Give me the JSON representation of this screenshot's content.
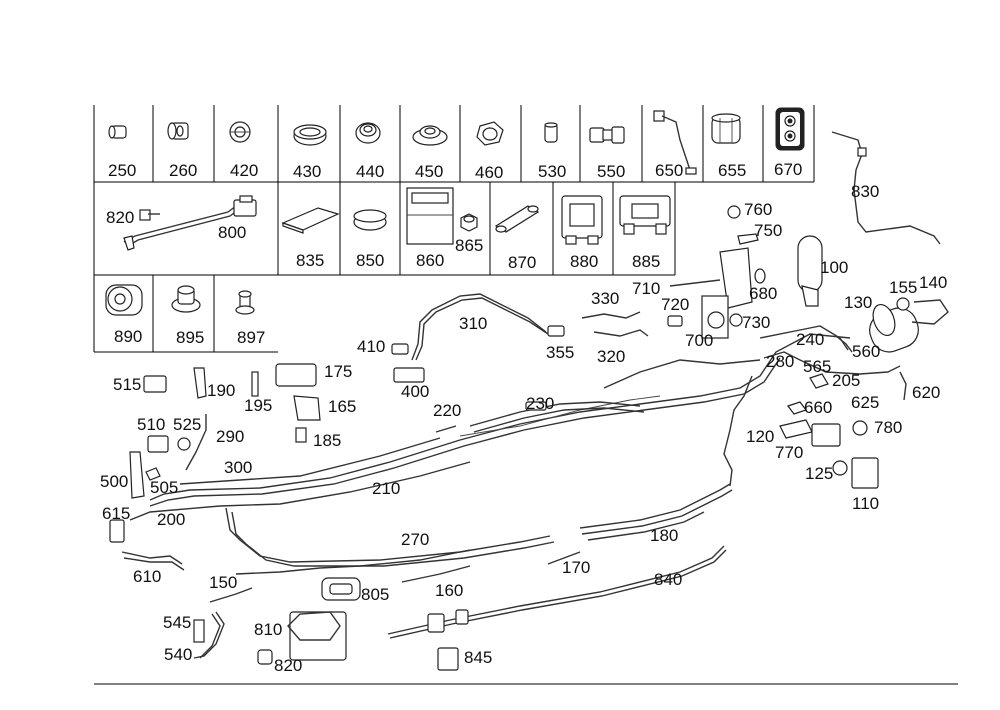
{
  "grid_labels": {
    "row1": [
      "250",
      "260",
      "420",
      "430",
      "440",
      "450",
      "460",
      "530",
      "550",
      "650",
      "655",
      "670"
    ],
    "row2": [
      "820",
      "800",
      "835",
      "850",
      "860",
      "865",
      "870",
      "880",
      "885"
    ],
    "row3": [
      "890",
      "895",
      "897"
    ]
  },
  "callouts": [
    "830",
    "760",
    "750",
    "100",
    "155",
    "140",
    "130",
    "710",
    "720",
    "680",
    "700",
    "730",
    "330",
    "320",
    "355",
    "310",
    "410",
    "400",
    "240",
    "560",
    "280",
    "565",
    "205",
    "620",
    "625",
    "660",
    "780",
    "120",
    "770",
    "125",
    "110",
    "175",
    "165",
    "185",
    "515",
    "190",
    "195",
    "510",
    "525",
    "290",
    "220",
    "230",
    "300",
    "210",
    "500",
    "505",
    "615",
    "200",
    "610",
    "270",
    "180",
    "170",
    "150",
    "160",
    "805",
    "840",
    "545",
    "540",
    "810",
    "820",
    "845"
  ]
}
